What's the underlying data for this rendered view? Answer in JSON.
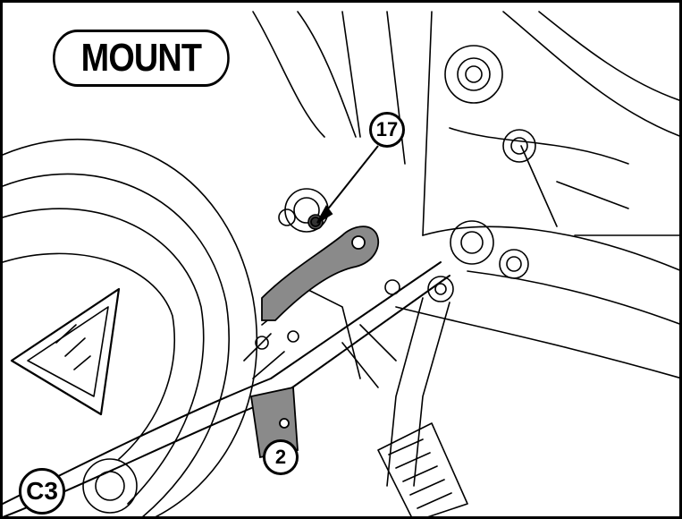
{
  "title": "MOUNT",
  "step": "C3",
  "callouts": [
    {
      "id": "bolt",
      "label": "17"
    },
    {
      "id": "bracket",
      "label": "2"
    }
  ],
  "colors": {
    "line": "#000000",
    "fill": "#ffffff",
    "bracket": "#8a8a8a"
  }
}
